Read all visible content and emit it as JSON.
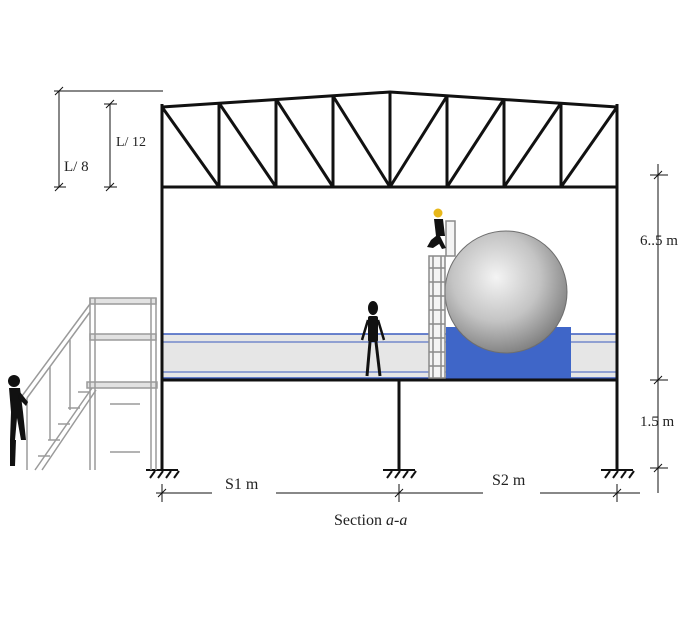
{
  "labels": {
    "truss_depth": "L/ 8",
    "truss_depth_alt": "L/ 12",
    "column_height": "6..5 m",
    "platform_height": "1.5 m",
    "span_left": "S1 m",
    "span_right": "S2 m",
    "section_prefix": "Section ",
    "section_id": "a-a"
  },
  "colors": {
    "structure": "#111111",
    "platform_fill": "#e6e6e6",
    "platform_edge": "#3a5bbf",
    "tank_saddle": "#3f66c8",
    "tank": "#b8b8b8",
    "stair": "#9a9a9a"
  }
}
